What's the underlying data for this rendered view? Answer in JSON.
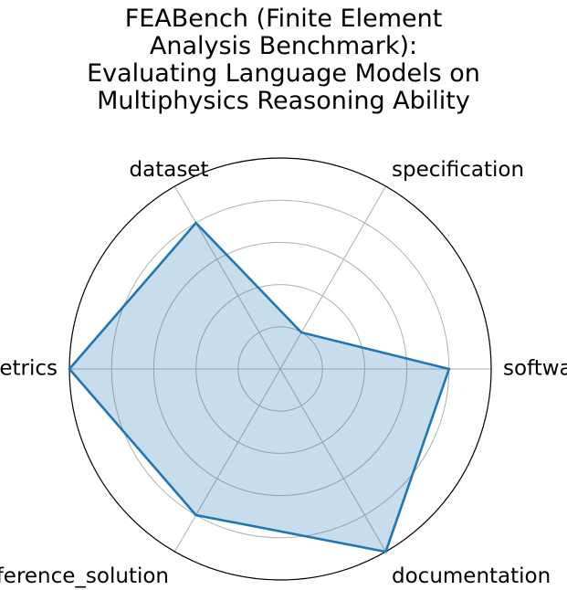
{
  "chart_data": {
    "type": "radar",
    "title_lines": [
      "FEABench (Finite Element",
      "Analysis Benchmark):",
      "Evaluating Language Models on",
      "Multiphysics Reasoning Ability"
    ],
    "categories": [
      "software",
      "specification",
      "dataset",
      "metrics",
      "reference_solution",
      "documentation"
    ],
    "values": [
      0.8,
      0.2,
      0.8,
      1.0,
      0.8,
      1.0
    ],
    "rlim": [
      0,
      1
    ],
    "rgrid": [
      0.2,
      0.4,
      0.6,
      0.8
    ],
    "grid": true,
    "series_color": "#1f77b4",
    "fill_color": "#1f77b4",
    "fill_opacity": 0.25
  }
}
